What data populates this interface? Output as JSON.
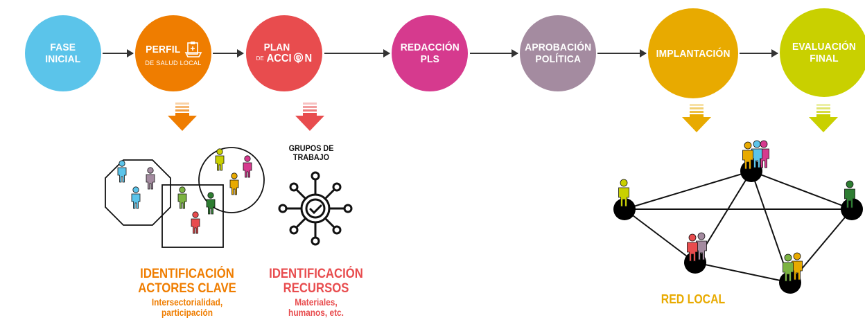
{
  "flow": {
    "stages": [
      {
        "id": "fase-inicial",
        "label": "FASE\nINICIAL",
        "color": "#5bc4ea"
      },
      {
        "id": "perfil",
        "label_main": "PERFIL",
        "label_sub": "DE SALUD LOCAL",
        "color": "#ef7d00"
      },
      {
        "id": "plan",
        "label_line1": "PLAN",
        "label_prefix": "DE",
        "label_line2": "ACCI",
        "label_end": "N",
        "color": "#e84c4e"
      },
      {
        "id": "redaccion",
        "label": "REDACCIÓN\nPLS",
        "color": "#d63a8e"
      },
      {
        "id": "aprobacion",
        "label": "APROBACIÓN\nPOLÍTICA",
        "color": "#a48ba0"
      },
      {
        "id": "implantacion",
        "label": "IMPLANTACIÓN",
        "color": "#e8aa00"
      },
      {
        "id": "evaluacion",
        "label": "EVALUACIÓN\nFINAL",
        "color": "#c9d000"
      }
    ]
  },
  "actores": {
    "title": "IDENTIFICACIÓN\nACTORES CLAVE",
    "subtitle": "Intersectorialidad,\nparticipación",
    "color": "#ef7d00"
  },
  "recursos": {
    "groups_label": "GRUPOS DE\nTRABAJO",
    "title": "IDENTIFICACIÓN\nRECURSOS",
    "subtitle": "Materiales,\nhumanos, etc.",
    "color": "#e84c4e"
  },
  "red": {
    "title": "RED LOCAL",
    "color": "#e8aa00"
  },
  "icons": {
    "perfil": "document-clipboard-icon",
    "plan": "target-touch-icon",
    "grupos": "gear-network-icon",
    "person": "person-icon"
  }
}
